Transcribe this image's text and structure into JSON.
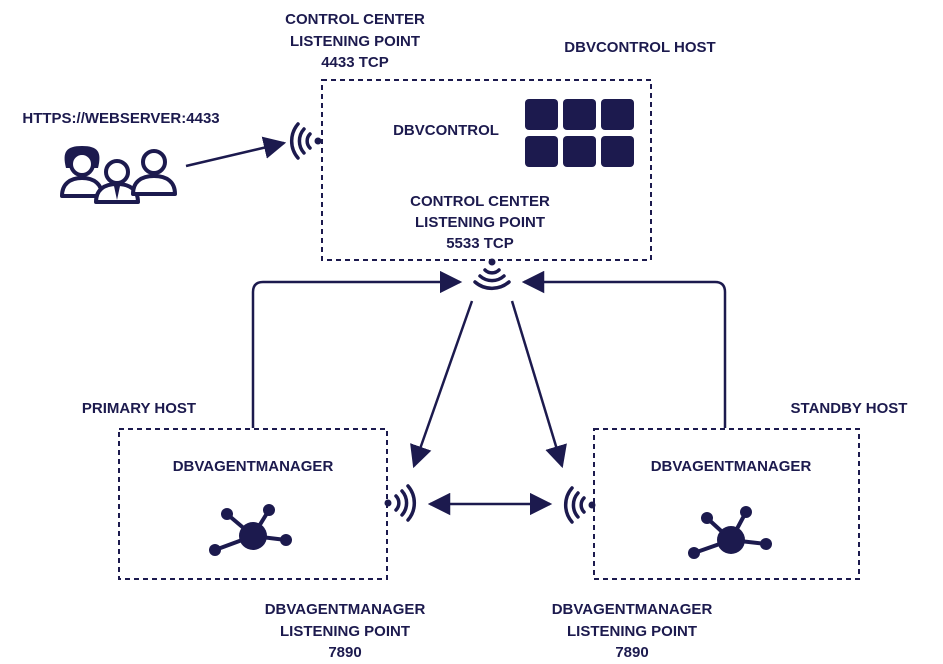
{
  "colors": {
    "ink": "#1c1a4e",
    "background": "#ffffff"
  },
  "labels": {
    "cc_4433": [
      "CONTROL CENTER",
      "LISTENING POINT",
      "4433 TCP"
    ],
    "dbvcontrol_host": "DBVCONTROL HOST",
    "dbvcontrol": "DBVCONTROL",
    "cc_5533": [
      "CONTROL CENTER",
      "LISTENING POINT",
      "5533 TCP"
    ],
    "https_url": "HTTPS://WEBSERVER:4433",
    "primary_host": "PRIMARY HOST",
    "standby_host": "STANDBY HOST",
    "agent_manager_primary": "DBVAGENTMANAGER",
    "agent_manager_standby": "DBVAGENTMANAGER",
    "am_listen_primary": [
      "DBVAGENTMANAGER",
      "LISTENING POINT",
      "7890"
    ],
    "am_listen_standby": [
      "DBVAGENTMANAGER",
      "LISTENING POINT",
      "7890"
    ]
  },
  "icons": [
    "users-icon",
    "wifi-signal-icon",
    "grid-app-icon",
    "network-hub-icon"
  ]
}
